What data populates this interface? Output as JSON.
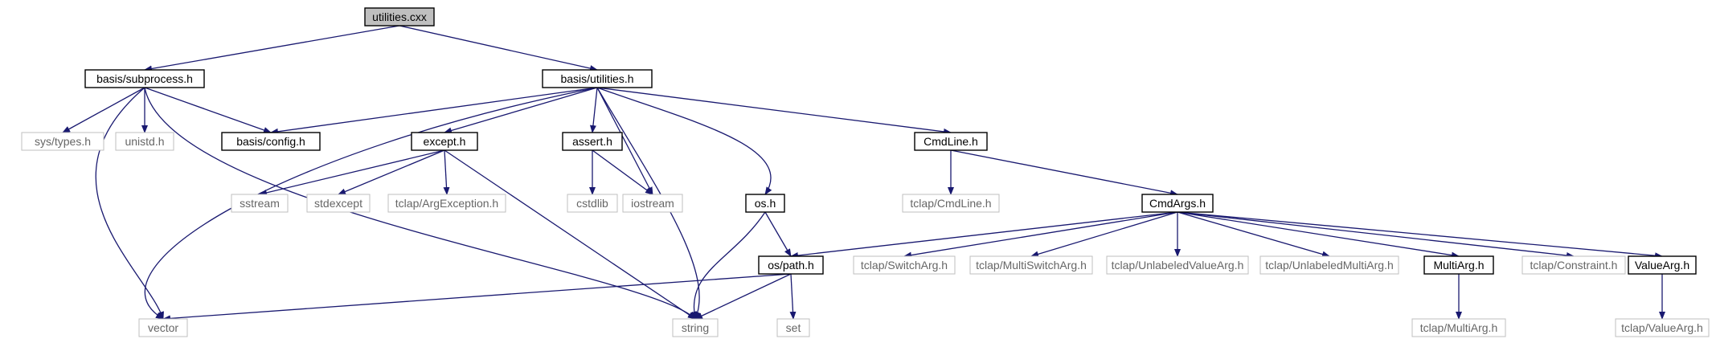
{
  "colors": {
    "edge": "#191970",
    "focus_fill": "#bfbfbf",
    "node_border": "#000000",
    "external_border": "#bfbfbf",
    "external_text": "#666666",
    "text": "#000000"
  },
  "nodes": [
    {
      "id": "utilities_cxx",
      "label": "utilities.cxx",
      "kind": "focus"
    },
    {
      "id": "basis_subprocess_h",
      "label": "basis/subprocess.h",
      "kind": "internal"
    },
    {
      "id": "basis_utilities_h",
      "label": "basis/utilities.h",
      "kind": "internal"
    },
    {
      "id": "sys_types_h",
      "label": "sys/types.h",
      "kind": "external"
    },
    {
      "id": "unistd_h",
      "label": "unistd.h",
      "kind": "external"
    },
    {
      "id": "basis_config_h",
      "label": "basis/config.h",
      "kind": "internal"
    },
    {
      "id": "except_h",
      "label": "except.h",
      "kind": "internal"
    },
    {
      "id": "assert_h",
      "label": "assert.h",
      "kind": "internal"
    },
    {
      "id": "cmdline_h",
      "label": "CmdLine.h",
      "kind": "internal"
    },
    {
      "id": "sstream",
      "label": "sstream",
      "kind": "external"
    },
    {
      "id": "stdexcept",
      "label": "stdexcept",
      "kind": "external"
    },
    {
      "id": "tclap_argexception_h",
      "label": "tclap/ArgException.h",
      "kind": "external"
    },
    {
      "id": "cstdlib",
      "label": "cstdlib",
      "kind": "external"
    },
    {
      "id": "iostream",
      "label": "iostream",
      "kind": "external"
    },
    {
      "id": "os_h",
      "label": "os.h",
      "kind": "internal"
    },
    {
      "id": "tclap_cmdline_h",
      "label": "tclap/CmdLine.h",
      "kind": "external"
    },
    {
      "id": "cmdargs_h",
      "label": "CmdArgs.h",
      "kind": "internal"
    },
    {
      "id": "os_path_h",
      "label": "os/path.h",
      "kind": "internal"
    },
    {
      "id": "tclap_switcharg_h",
      "label": "tclap/SwitchArg.h",
      "kind": "external"
    },
    {
      "id": "tclap_multiswitcharg_h",
      "label": "tclap/MultiSwitchArg.h",
      "kind": "external"
    },
    {
      "id": "tclap_unlabeledvaluearg_h",
      "label": "tclap/UnlabeledValueArg.h",
      "kind": "external"
    },
    {
      "id": "tclap_unlabeledmultiarg_h",
      "label": "tclap/UnlabeledMultiArg.h",
      "kind": "external"
    },
    {
      "id": "multiarg_h",
      "label": "MultiArg.h",
      "kind": "internal"
    },
    {
      "id": "tclap_constraint_h",
      "label": "tclap/Constraint.h",
      "kind": "external"
    },
    {
      "id": "valuearg_h",
      "label": "ValueArg.h",
      "kind": "internal"
    },
    {
      "id": "vector",
      "label": "vector",
      "kind": "external"
    },
    {
      "id": "string",
      "label": "string",
      "kind": "external"
    },
    {
      "id": "set",
      "label": "set",
      "kind": "external"
    },
    {
      "id": "tclap_multiarg_h",
      "label": "tclap/MultiArg.h",
      "kind": "external"
    },
    {
      "id": "tclap_valuearg_h",
      "label": "tclap/ValueArg.h",
      "kind": "external"
    }
  ],
  "edges": [
    {
      "from": "utilities_cxx",
      "to": "basis_subprocess_h"
    },
    {
      "from": "utilities_cxx",
      "to": "basis_utilities_h"
    },
    {
      "from": "basis_subprocess_h",
      "to": "vector"
    },
    {
      "from": "basis_subprocess_h",
      "to": "sys_types_h"
    },
    {
      "from": "basis_subprocess_h",
      "to": "unistd_h"
    },
    {
      "from": "basis_subprocess_h",
      "to": "basis_config_h"
    },
    {
      "from": "basis_subprocess_h",
      "to": "string"
    },
    {
      "from": "basis_utilities_h",
      "to": "basis_config_h"
    },
    {
      "from": "basis_utilities_h",
      "to": "except_h"
    },
    {
      "from": "basis_utilities_h",
      "to": "vector"
    },
    {
      "from": "basis_utilities_h",
      "to": "assert_h"
    },
    {
      "from": "basis_utilities_h",
      "to": "iostream"
    },
    {
      "from": "basis_utilities_h",
      "to": "string"
    },
    {
      "from": "basis_utilities_h",
      "to": "os_h"
    },
    {
      "from": "basis_utilities_h",
      "to": "cmdline_h"
    },
    {
      "from": "except_h",
      "to": "sstream"
    },
    {
      "from": "except_h",
      "to": "stdexcept"
    },
    {
      "from": "except_h",
      "to": "tclap_argexception_h"
    },
    {
      "from": "except_h",
      "to": "string"
    },
    {
      "from": "assert_h",
      "to": "cstdlib"
    },
    {
      "from": "assert_h",
      "to": "iostream"
    },
    {
      "from": "os_h",
      "to": "os_path_h"
    },
    {
      "from": "os_h",
      "to": "string"
    },
    {
      "from": "cmdline_h",
      "to": "tclap_cmdline_h"
    },
    {
      "from": "cmdline_h",
      "to": "cmdargs_h"
    },
    {
      "from": "cmdargs_h",
      "to": "os_path_h"
    },
    {
      "from": "cmdargs_h",
      "to": "tclap_switcharg_h"
    },
    {
      "from": "cmdargs_h",
      "to": "tclap_multiswitcharg_h"
    },
    {
      "from": "cmdargs_h",
      "to": "tclap_unlabeledvaluearg_h"
    },
    {
      "from": "cmdargs_h",
      "to": "tclap_unlabeledmultiarg_h"
    },
    {
      "from": "cmdargs_h",
      "to": "multiarg_h"
    },
    {
      "from": "cmdargs_h",
      "to": "tclap_constraint_h"
    },
    {
      "from": "cmdargs_h",
      "to": "valuearg_h"
    },
    {
      "from": "os_path_h",
      "to": "vector"
    },
    {
      "from": "os_path_h",
      "to": "string"
    },
    {
      "from": "os_path_h",
      "to": "set"
    },
    {
      "from": "multiarg_h",
      "to": "tclap_multiarg_h"
    },
    {
      "from": "valuearg_h",
      "to": "tclap_valuearg_h"
    }
  ]
}
